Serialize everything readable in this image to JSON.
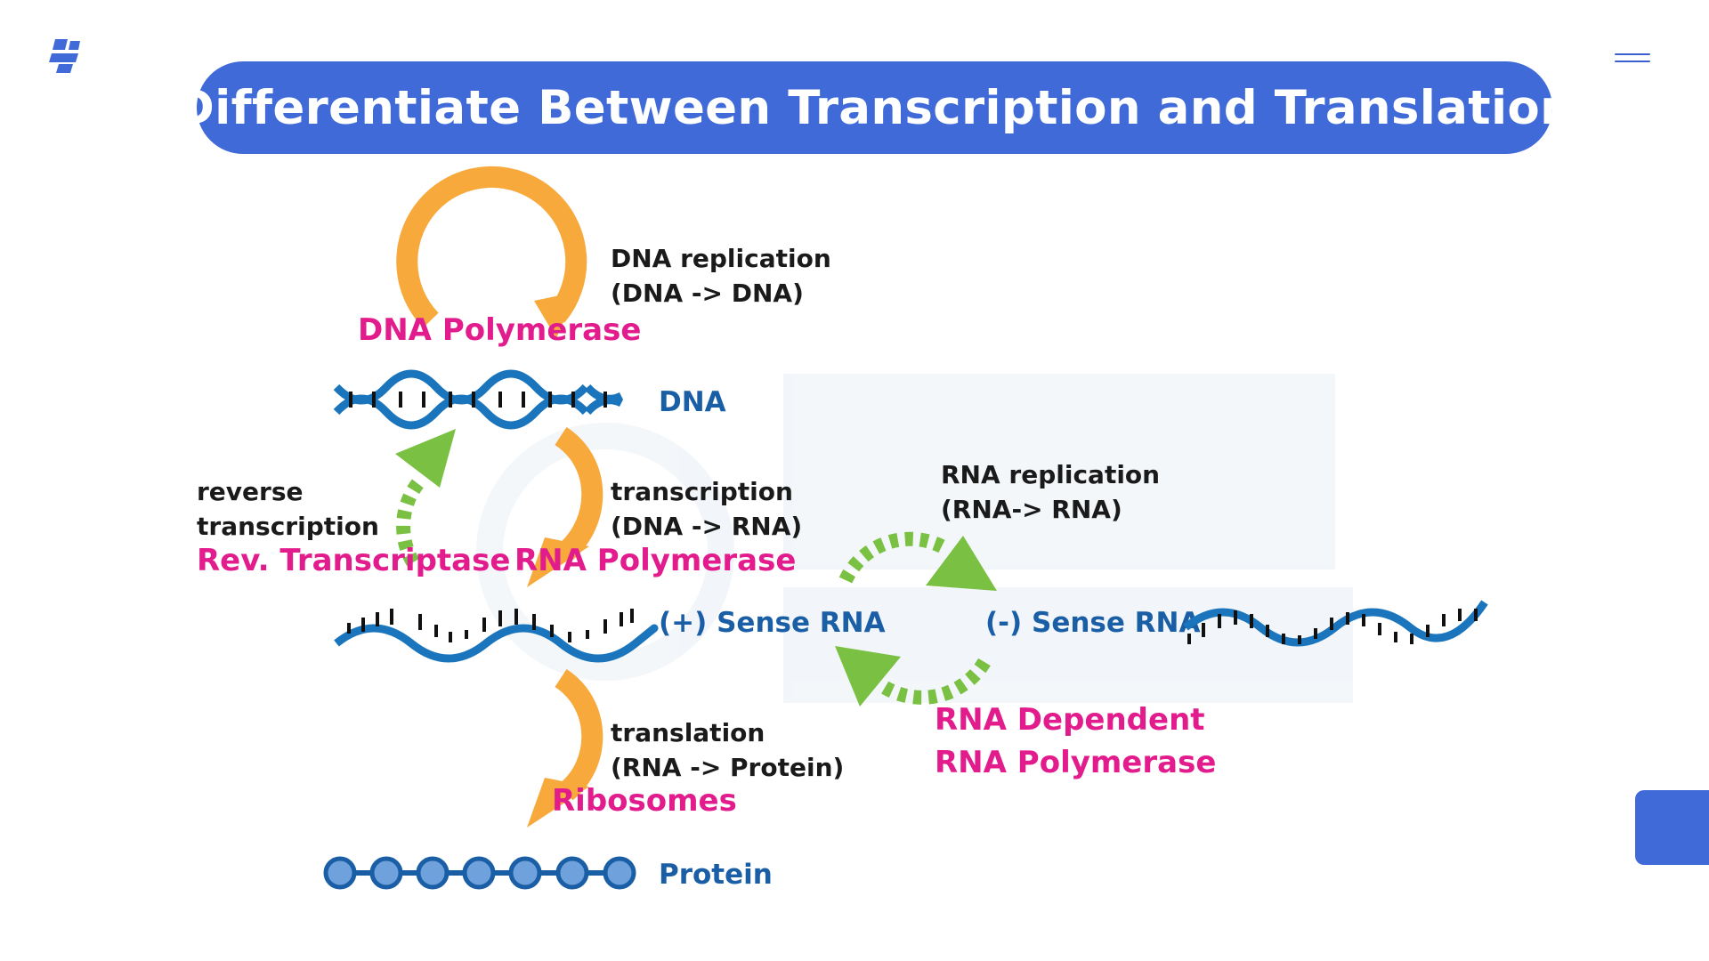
{
  "header": {
    "title": "Differentiate Between Transcription and Translation",
    "logo_icon": "brand-logo-icon",
    "menu_icon": "hamburger-menu-icon"
  },
  "diagram": {
    "dna_replication": {
      "line1": "DNA replication",
      "line2": "(DNA -> DNA)"
    },
    "dna_polymerase": "DNA Polymerase",
    "dna": "DNA",
    "reverse_transcription": {
      "line1": "reverse",
      "line2": "transcription"
    },
    "rev_transcriptase": "Rev. Transcriptase",
    "transcription": {
      "line1": "transcription",
      "line2": "(DNA -> RNA)"
    },
    "rna_polymerase": "RNA Polymerase",
    "rna_replication": {
      "line1": "RNA replication",
      "line2": "(RNA-> RNA)"
    },
    "plus_sense_rna": "(+) Sense RNA",
    "minus_sense_rna": "(-) Sense RNA",
    "rna_dependent": {
      "line1": "RNA Dependent",
      "line2": "RNA Polymerase"
    },
    "translation": {
      "line1": "translation",
      "line2": "(RNA -> Protein)"
    },
    "ribosomes": "Ribosomes",
    "protein": "Protein"
  },
  "colors": {
    "accent": "#3f6ad8",
    "orange_arrow": "#f7a93c",
    "green_arrow": "#7ac143",
    "strand_blue": "#1a75bc",
    "label_pink": "#e21c8c",
    "label_blue": "#1a5fa6"
  }
}
